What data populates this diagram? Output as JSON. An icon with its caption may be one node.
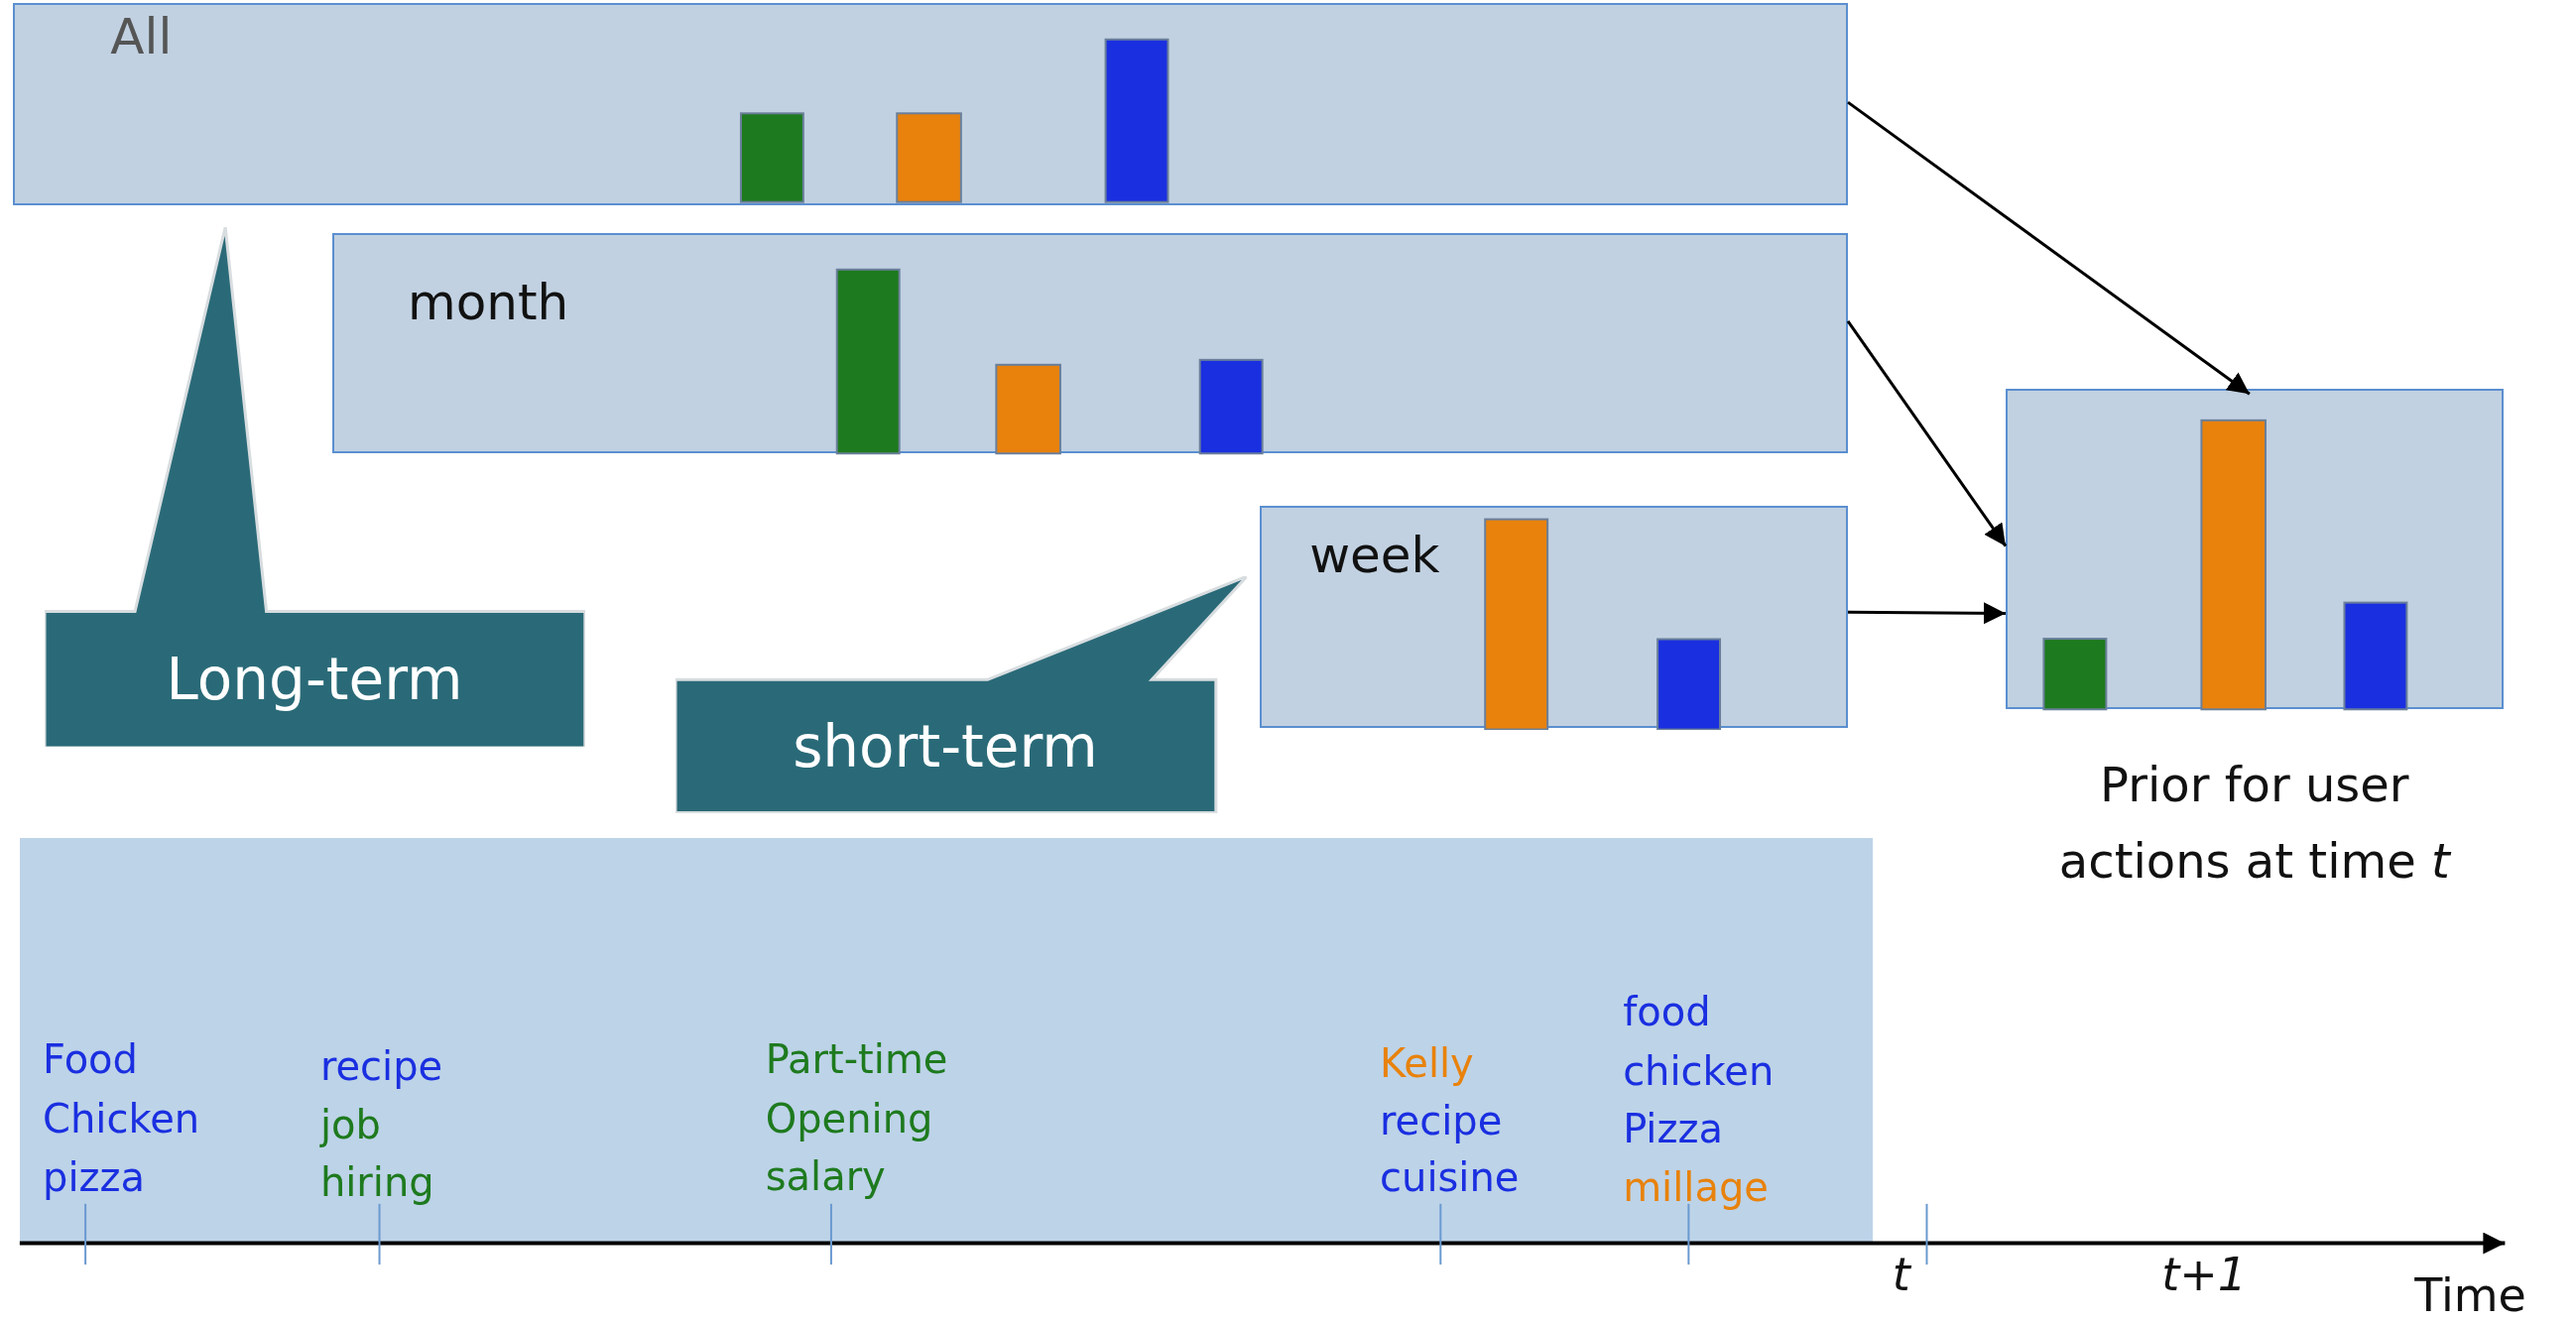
{
  "diagram": {
    "nodes": [
      {
        "text": [
          "All"
        ]
      },
      {
        "text": [
          "month"
        ]
      },
      {
        "text": [
          "week"
        ]
      },
      {
        "text": [],
        "shape": "box",
        "beside": [
          "Prior for user actions at time *t*"
        ]
      },
      {
        "text": [
          "Long-term"
        ]
      },
      {
        "text": [
          "short-term"
        ]
      },
      {
        "text": [],
        "shape": "band"
      }
    ],
    "edges": [
      {
        "from": 0,
        "to": 3,
        "arrow": "to"
      },
      {
        "from": 1,
        "to": 3,
        "arrow": "to"
      },
      {
        "from": 2,
        "to": 3,
        "arrow": "to"
      }
    ],
    "labels": [
      "Food",
      "Chicken",
      "pizza",
      "recipe",
      "job",
      "hiring",
      "Part-time",
      "Opening",
      "salary",
      "Kelly",
      "recipe",
      "cuisine",
      "food",
      "chicken",
      "Pizza",
      "millage",
      "t",
      "t+1",
      "Time"
    ]
  }
}
